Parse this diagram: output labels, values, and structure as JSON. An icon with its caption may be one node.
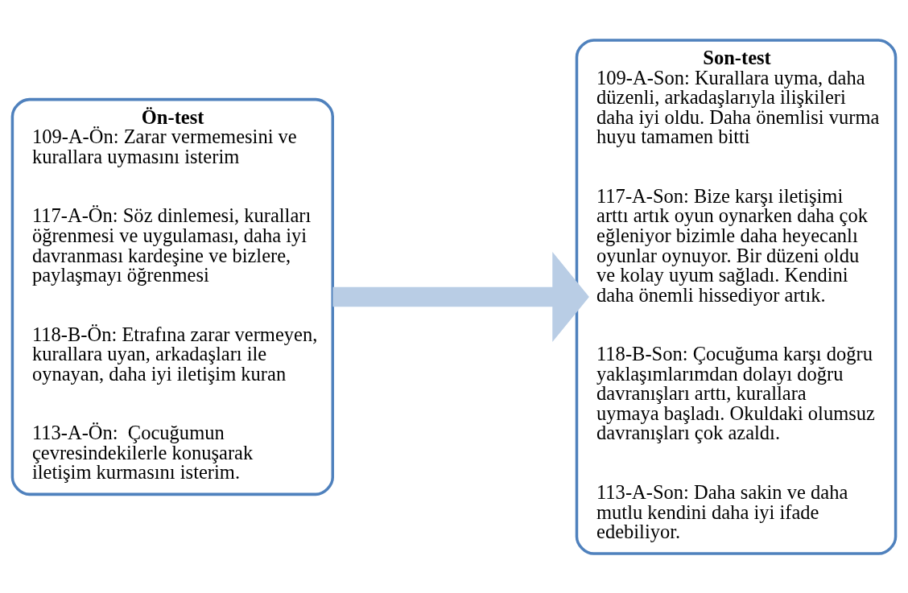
{
  "diagram": {
    "nodes": [
      {
        "text": [
          "Ön-test",
          "109-A-Ön: Zarar vermemesini ve kurallara uymasını isterim",
          "117-A-Ön: Söz dinlemesi, kuralları öğrenmesi ve uygulaması, daha iyi davranması kardeşine ve bizlere, paylaşmayı öğrenmesi",
          "118-B-Ön: Etrafına zarar vermeyen, kurallara uyan, arkadaşları ile oynayan, daha iyi iletişim kuran",
          "113-A-Ön:  Çocuğumun çevresindekilerle konuşarak iletişim kurmasını isterim."
        ]
      },
      {
        "text": [
          "Son-test",
          "109-A-Son: Kurallara uyma, daha düzenli, arkadaşlarıyla ilişkileri daha iyi oldu. Daha önemlisi vurma huyu tamamen bitti",
          "117-A-Son: Bize karşı iletişimi arttı artık oyun oynarken daha çok eğleniyor bizimle daha heyecanlı oyunlar oynuyor. Bir düzeni oldu ve kolay uyum sağladı. Kendini daha önemli hissediyor artık.",
          "118-B-Son: Çocuğuma karşı doğru yaklaşımlarımdan dolayı doğru davranışları arttı, kurallara uymaya başladı. Okuldaki olumsuz davranışları çok azaldı.",
          "113-A-Son: Daha sakin ve daha mutlu kendini daha iyi ifade edebiliyor."
        ]
      }
    ],
    "edges": [
      {
        "from": 0,
        "to": 1,
        "arrow": "to"
      }
    ]
  }
}
